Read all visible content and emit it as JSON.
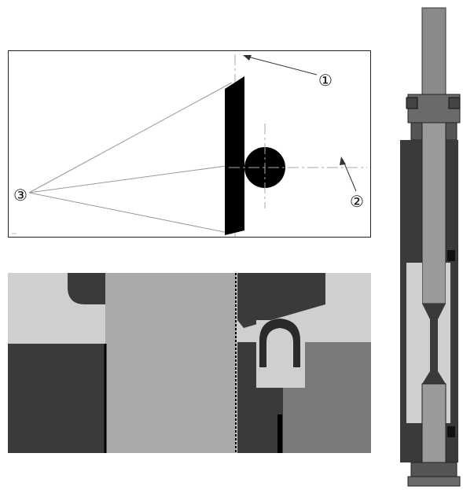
{
  "diagram": {
    "callouts": [
      {
        "label": "①",
        "name": "callout-1"
      },
      {
        "label": "②",
        "name": "callout-2"
      },
      {
        "label": "③",
        "name": "callout-3"
      }
    ]
  },
  "colors": {
    "black": "#000000",
    "dark_gray": "#3a3a3a",
    "mid_gray": "#7a7a7a",
    "light_gray": "#a9a9a9",
    "pale_gray": "#cfcfcf",
    "line_gray": "#9a9a9a"
  }
}
